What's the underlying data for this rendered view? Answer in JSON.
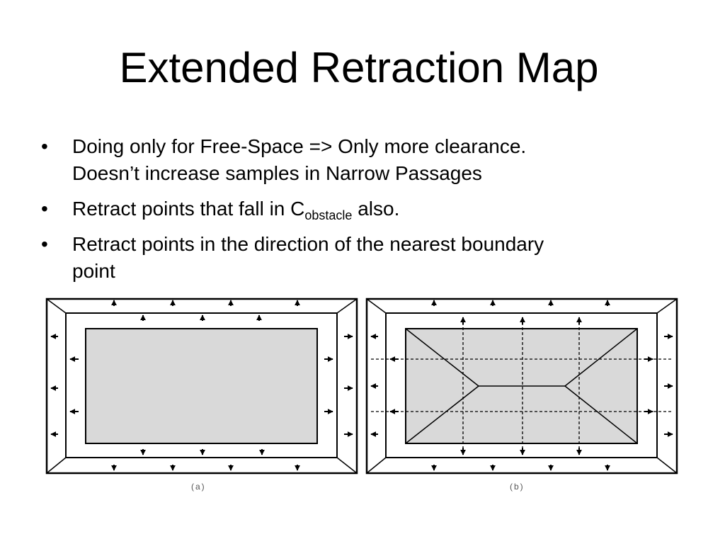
{
  "slide": {
    "title": "Extended Retraction Map",
    "bullets": [
      {
        "text": "Doing only for Free-Space => Only more clearance.",
        "text2": "Doesn’t increase samples in Narrow Passages"
      },
      {
        "before": "Retract points that fall in C",
        "subscript": "obstacle",
        "after": " also."
      },
      {
        "text": "Retract points in the direction of the nearest boundary",
        "text2": "point"
      }
    ],
    "bullet_symbol": "•"
  },
  "figures": {
    "a": {
      "caption": "(a)"
    },
    "b": {
      "caption": "(b)"
    },
    "colors": {
      "obstacle_fill": "#d9d9d9",
      "stroke": "#000000"
    }
  }
}
